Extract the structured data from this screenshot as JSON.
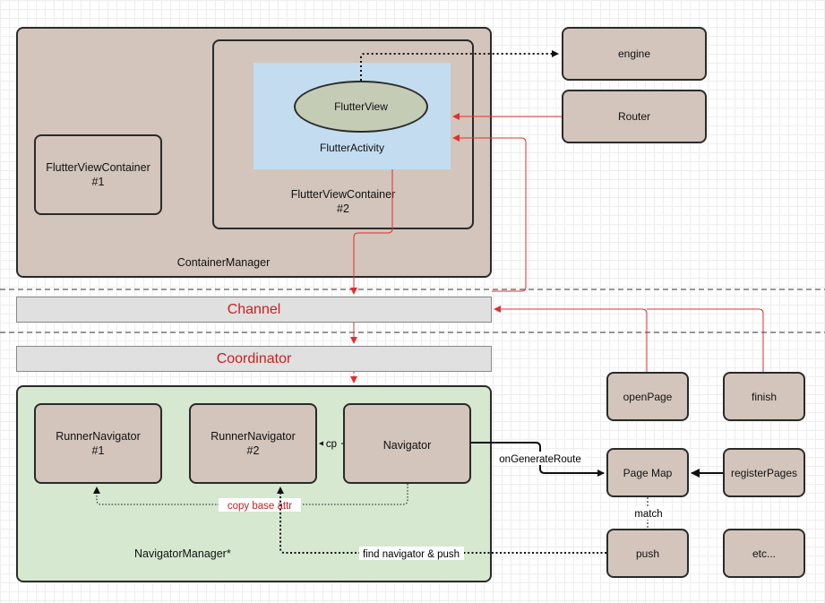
{
  "container_manager": {
    "label": "ContainerManager"
  },
  "flutter_view_container_1": {
    "label": "FlutterViewContainer\n#1"
  },
  "flutter_view_container_2": {
    "label": "FlutterViewContainer\n#2"
  },
  "flutter_activity": {
    "label": "FlutterActivity"
  },
  "flutter_view": {
    "label": "FlutterView"
  },
  "engine": {
    "label": "engine"
  },
  "router": {
    "label": "Router"
  },
  "channel": {
    "label": "Channel"
  },
  "coordinator": {
    "label": "Coordinator"
  },
  "navigator_manager": {
    "label": "NavigatorManager*"
  },
  "runner_navigator_1": {
    "label": "RunnerNavigator\n#1"
  },
  "runner_navigator_2": {
    "label": "RunnerNavigator\n#2"
  },
  "navigator": {
    "label": "Navigator"
  },
  "open_page": {
    "label": "openPage"
  },
  "finish": {
    "label": "finish"
  },
  "page_map": {
    "label": "Page Map"
  },
  "register_pages": {
    "label": "registerPages"
  },
  "push": {
    "label": "push"
  },
  "etc": {
    "label": "etc..."
  },
  "edges": {
    "cp": "cp",
    "on_generate_route": "onGenerateRoute",
    "copy_base_attr": "copy base attr",
    "find_navigator_push": "find navigator & push",
    "match": "match"
  },
  "colors": {
    "box_fill": "#d3c5bc",
    "navigator_manager_fill": "#d6e8d0",
    "activity_fill": "#c3dcef",
    "flutter_view_fill": "#c4ccb6",
    "flow_red": "#e03030",
    "channel_text": "#c62121"
  }
}
